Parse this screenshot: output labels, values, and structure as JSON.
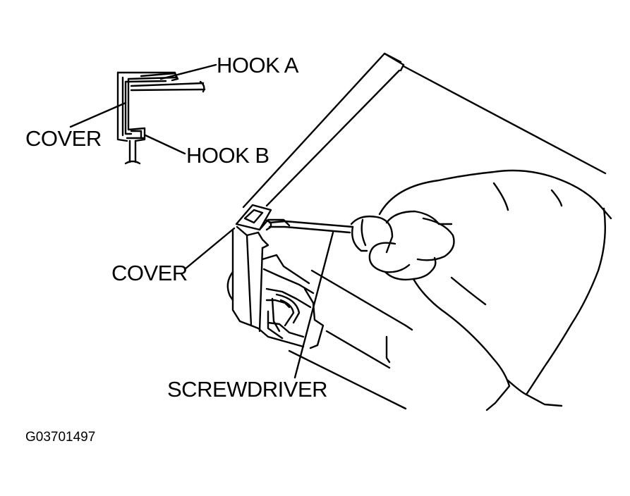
{
  "labels": {
    "hook_a": "HOOK A",
    "cover_detail": "COVER",
    "hook_b": "HOOK B",
    "cover_main": "COVER",
    "screwdriver": "SCREWDRIVER"
  },
  "figure_code": "G03701497",
  "colors": {
    "line": "#000000",
    "background": "#ffffff"
  }
}
